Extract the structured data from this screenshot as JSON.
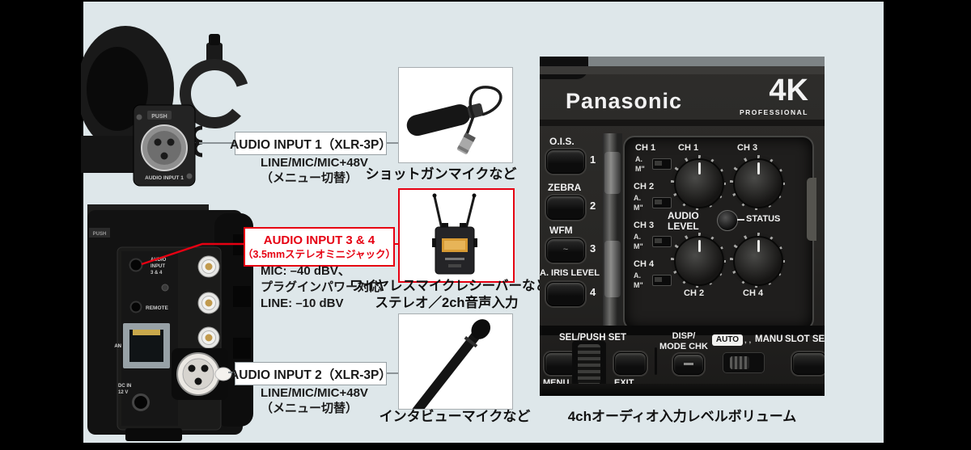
{
  "canvas": {
    "bg_outer": "#000000",
    "bg_panel": "#dee7ea",
    "accent_red": "#e60012",
    "line_gray": "#8b9397"
  },
  "camera_left": {
    "push_top": "PUSH",
    "xlr1_label": "AUDIO INPUT 1",
    "push_body": "PUSH",
    "audio34_l1": "AUDIO",
    "audio34_l2": "INPUT",
    "audio34_l3": "3 & 4",
    "remote": "REMOTE",
    "lan_partial": "AN",
    "dcin_l1": "DC IN",
    "dcin_l2": "12 V"
  },
  "callouts": {
    "input1": {
      "title": "AUDIO INPUT 1（XLR-3P）",
      "spec1": "LINE/MIC/MIC+48V",
      "spec2": "（メニュー切替）",
      "caption": "ショットガンマイクなど"
    },
    "input34": {
      "title1": "AUDIO INPUT 3 & 4",
      "title2": "（3.5mmステレオミニジャック）",
      "spec1": "MIC: –40 dBV、",
      "spec2": "プラグインパワー対応",
      "spec3": "LINE: –10 dBV",
      "caption1": "ワイヤレスマイクレシーバーなど",
      "caption2": "ステレオ／2ch音声入力"
    },
    "input2": {
      "title": "AUDIO INPUT 2（XLR-3P）",
      "spec1": "LINE/MIC/MIC+48V",
      "spec2": "（メニュー切替）",
      "caption": "インタビューマイクなど"
    }
  },
  "panel": {
    "brand": "Panasonic",
    "badge": "4K",
    "badge_sub": "PROFESSIONAL",
    "side_buttons": [
      {
        "label": "O.I.S.",
        "num": "1"
      },
      {
        "label": "ZEBRA",
        "num": "2"
      },
      {
        "label": "WFM",
        "num": "3",
        "glyph": "~"
      },
      {
        "label": "A. IRIS LEVEL",
        "num": "4"
      }
    ],
    "channels": [
      {
        "ch": "CH 1"
      },
      {
        "ch": "CH 2"
      },
      {
        "ch": "CH 3"
      },
      {
        "ch": "CH 4"
      }
    ],
    "am_a": "A.",
    "am_m": "M\"",
    "knob_labels": {
      "tl": "CH 1",
      "tr": "CH 3",
      "bl": "CH 2",
      "br": "CH 4"
    },
    "audio_l1": "AUDIO",
    "audio_l2": "LEVEL",
    "status": "STATUS",
    "bottom": {
      "sel": "SEL/PUSH SET",
      "menu": "MENU",
      "exit": "EXIT",
      "disp1": "DISP/",
      "disp2": "MODE CHK",
      "auto": "AUTO",
      "dots": "‚ ‚",
      "manu": "MANU",
      "slot": "SLOT SEL"
    },
    "caption": "4chオーディオ入力レベルボリューム"
  }
}
